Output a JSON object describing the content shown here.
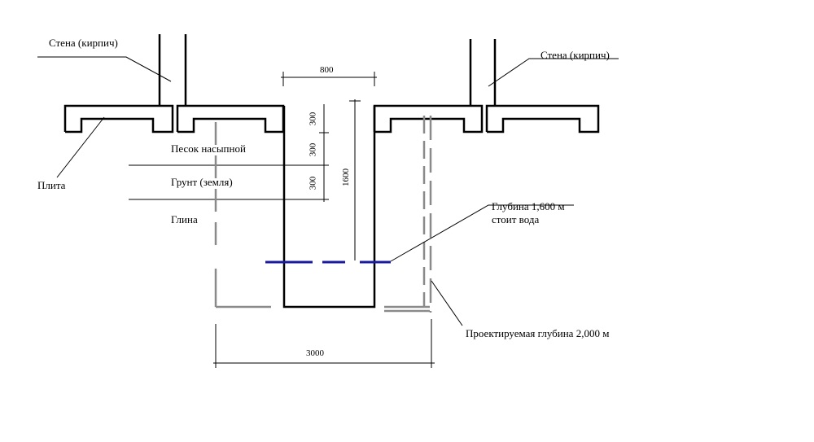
{
  "labels": {
    "wall_left": "Стена (кирпич)",
    "wall_right": "Стена (кирпич)",
    "slab": "Плита",
    "sand": "Песок насыпной",
    "soil": "Грунт (земля)",
    "clay": "Глина",
    "water_line1": "Глубина 1,600 м",
    "water_line2": "стоит вода",
    "design_depth": "Проектируемая глубина 2,000 м"
  },
  "dimensions": {
    "pit_width": "800",
    "layer1": "300",
    "layer2": "300",
    "layer3": "300",
    "pit_depth": "1600",
    "total_width": "3000"
  },
  "colors": {
    "line": "#000000",
    "design_outline": "#8a8a8a",
    "water": "#1a1aa0"
  }
}
